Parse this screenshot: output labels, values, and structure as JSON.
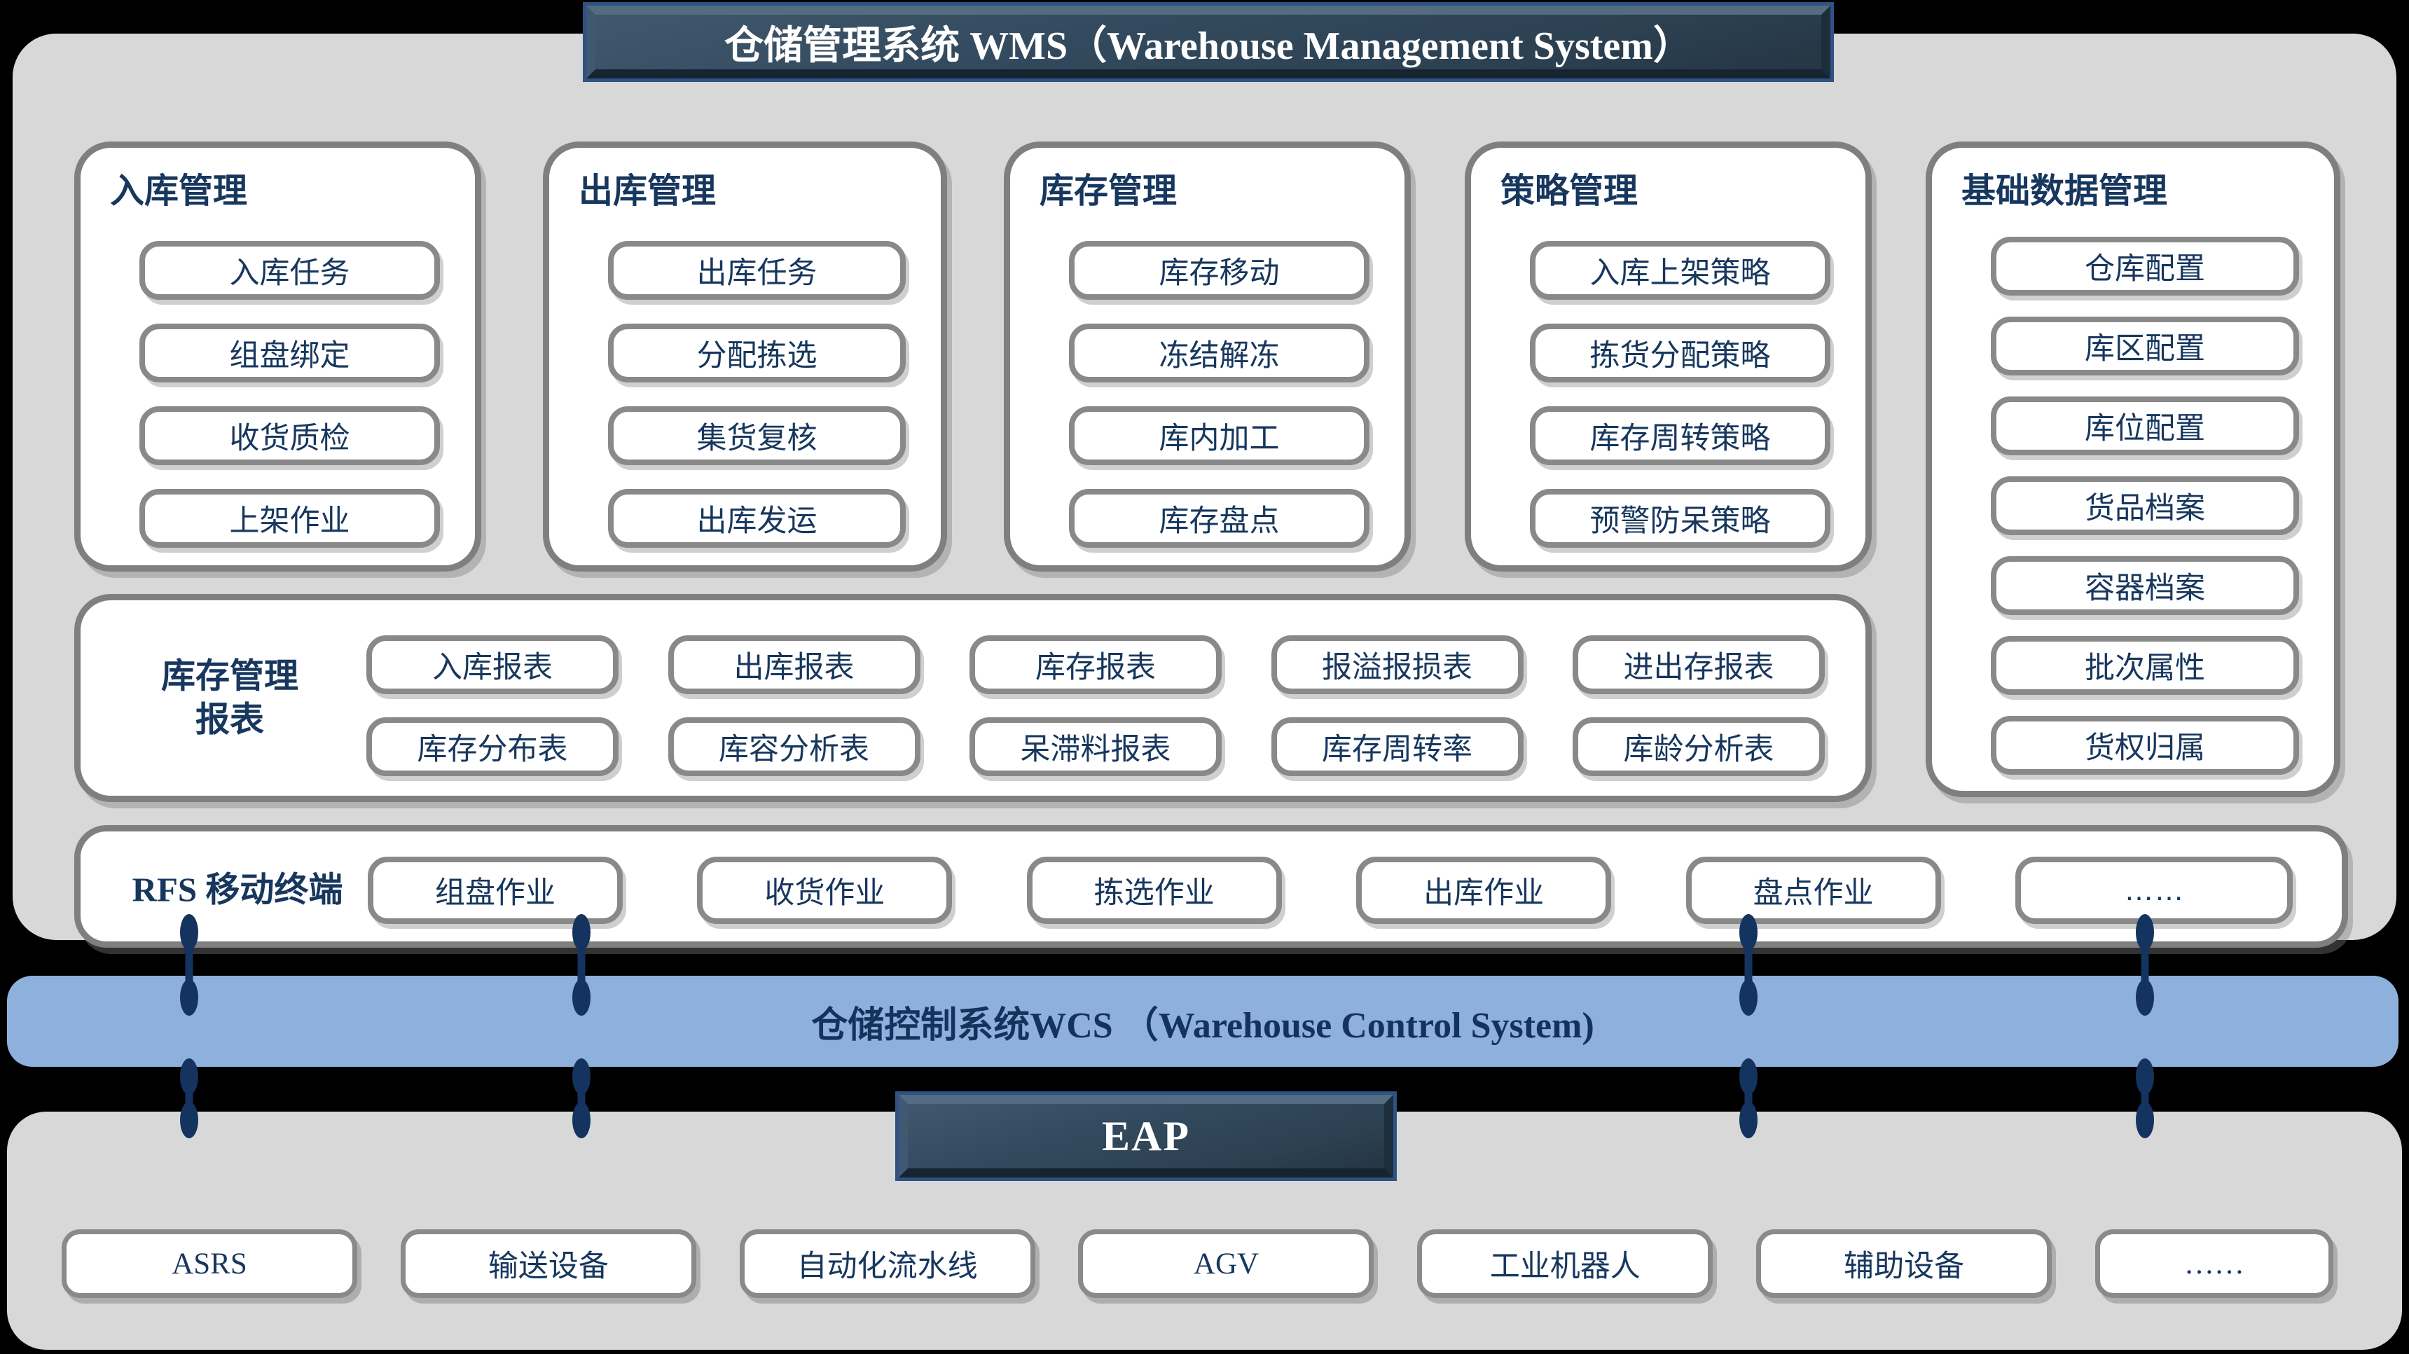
{
  "wms_banner": {
    "title": "仓储管理系统 WMS（Warehouse Management System）"
  },
  "wcs_band": {
    "title": "仓储控制系统WCS （Warehouse Control System)"
  },
  "eap_banner": {
    "title": "EAP"
  },
  "groups": [
    {
      "title": "入库管理",
      "items": [
        "入库任务",
        "组盘绑定",
        "收货质检",
        "上架作业"
      ]
    },
    {
      "title": "出库管理",
      "items": [
        "出库任务",
        "分配拣选",
        "集货复核",
        "出库发运"
      ]
    },
    {
      "title": "库存管理",
      "items": [
        "库存移动",
        "冻结解冻",
        "库内加工",
        "库存盘点"
      ]
    },
    {
      "title": "策略管理",
      "items": [
        "入库上架策略",
        "拣货分配策略",
        "库存周转策略",
        "预警防呆策略"
      ]
    },
    {
      "title": "基础数据管理",
      "items": [
        "仓库配置",
        "库区配置",
        "库位配置",
        "货品档案",
        "容器档案",
        "批次属性",
        "货权归属"
      ]
    }
  ],
  "reports": {
    "label_line1": "库存管理",
    "label_line2": "报表",
    "rows": [
      [
        "入库报表",
        "出库报表",
        "库存报表",
        "报溢报损表",
        "进出存报表"
      ],
      [
        "库存分布表",
        "库容分析表",
        "呆滞料报表",
        "库存周转率",
        "库龄分析表"
      ]
    ]
  },
  "rfs": {
    "label": "RFS 移动终端",
    "items": [
      "组盘作业",
      "收货作业",
      "拣选作业",
      "出库作业",
      "盘点作业",
      "……"
    ]
  },
  "devices": [
    "ASRS",
    "输送设备",
    "自动化流水线",
    "AGV",
    "工业机器人",
    "辅助设备",
    "……"
  ],
  "colors": {
    "background": "#000000",
    "panel_gray": "#d8d8d8",
    "banner_slate": "#334a5e",
    "banner_outline": "#2f5184",
    "band_blue": "#8eb0dc",
    "box_border_gray": "#7f7f7f",
    "text_navy": "#17375e",
    "connector_navy": "#14335f"
  }
}
